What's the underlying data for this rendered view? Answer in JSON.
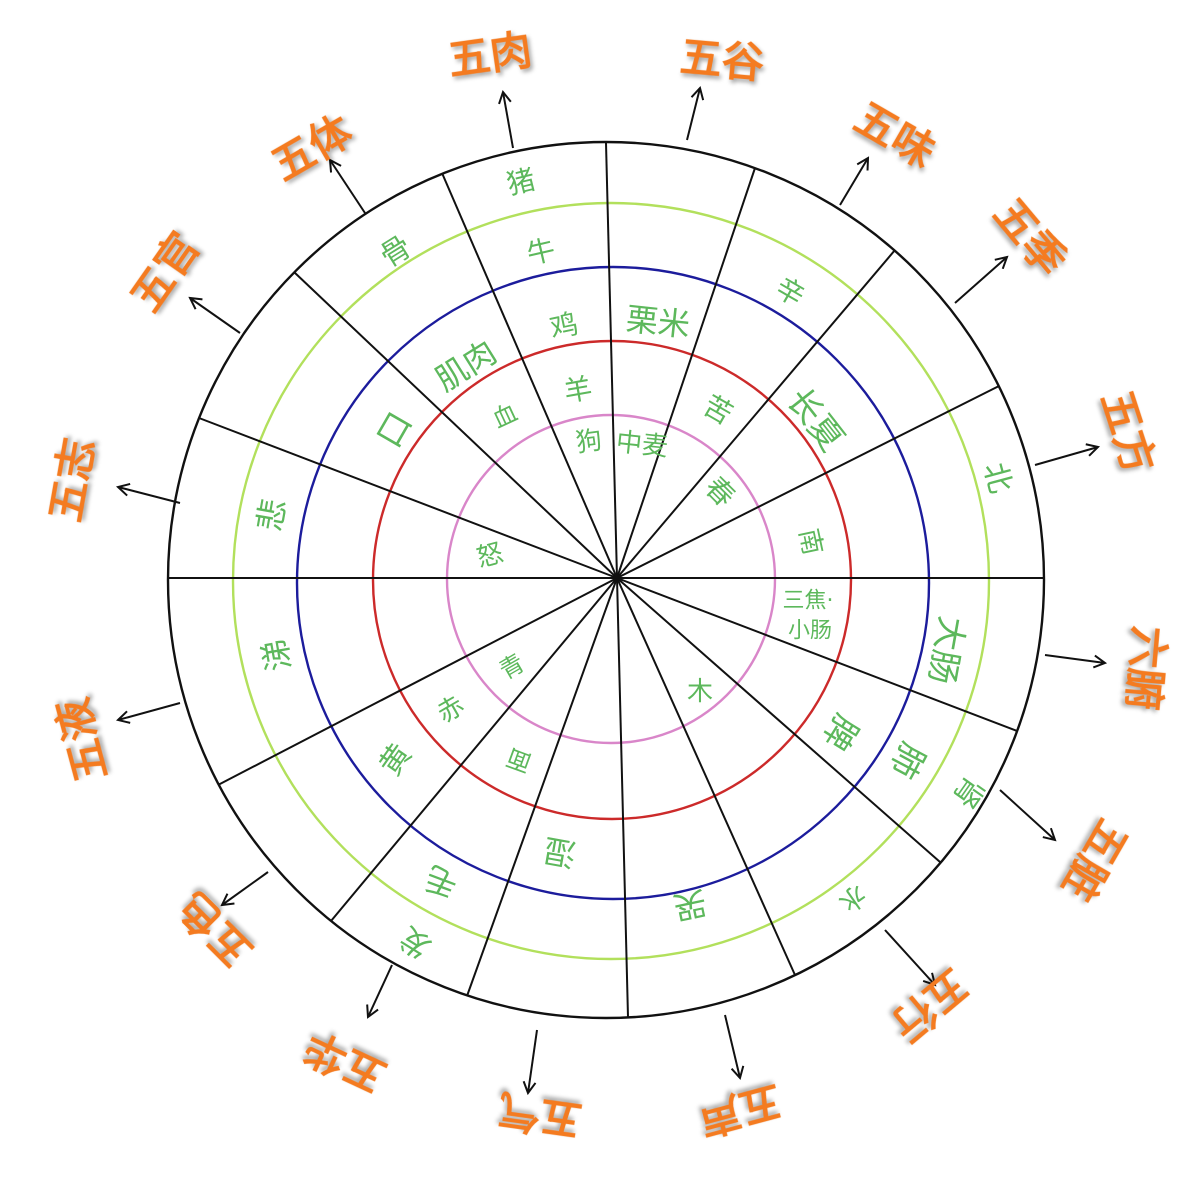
{
  "label_color": "#f47b20",
  "item_color": "#5db85c",
  "line_color": "#111111",
  "ring_colors": {
    "ring1": "#d986c9",
    "ring2": "#cc2a2a",
    "ring3": "#1c1c9c",
    "ring4": "#b2e05c",
    "ring5": "#111111"
  },
  "sectors": [
    {
      "label": "五肉",
      "items": {
        "ring1": "狗",
        "ring2": "羊",
        "ring3": "鸡",
        "ring4": "牛",
        "ring5": "猪"
      }
    },
    {
      "label": "五谷",
      "items": {
        "ring1": "中麦",
        "ring3": "栗米"
      }
    },
    {
      "label": "五味",
      "items": {
        "ring2": "苦",
        "ring4": "辛"
      }
    },
    {
      "label": "五季",
      "items": {
        "ring1": "春",
        "ring3": "长夏"
      }
    },
    {
      "label": "五方",
      "items": {
        "ring2": "南",
        "ring5": "北"
      }
    },
    {
      "label": "六腑",
      "items": {
        "ring2": [
          "三焦·",
          "小肠"
        ],
        "ring4": "大肠"
      }
    },
    {
      "label": "五脏",
      "items": {
        "ring3": "脾",
        "ring4": "肺",
        "ring5": "肾"
      }
    },
    {
      "label": "五行",
      "items": {
        "ring1": "木",
        "ring5": "水"
      }
    },
    {
      "label": "五声",
      "items": {
        "ring4": "哭"
      }
    },
    {
      "label": "五气",
      "items": {
        "ring3": "湿"
      }
    },
    {
      "label": "五华",
      "items": {
        "ring2": "面",
        "ring4": "毛",
        "ring5": "发"
      }
    },
    {
      "label": "五色",
      "items": {
        "ring1": "青",
        "ring2": "赤",
        "ring3": "黄"
      }
    },
    {
      "label": "五液",
      "items": {
        "ring4": "涕"
      }
    },
    {
      "label": "五志",
      "items": {
        "ring1": "怒",
        "ring4": "悲"
      }
    },
    {
      "label": "五官",
      "items": {
        "ring3": "口"
      }
    },
    {
      "label": "五体",
      "items": {
        "ring2": "血",
        "ring3": "肌肉",
        "ring5": "骨"
      }
    }
  ]
}
